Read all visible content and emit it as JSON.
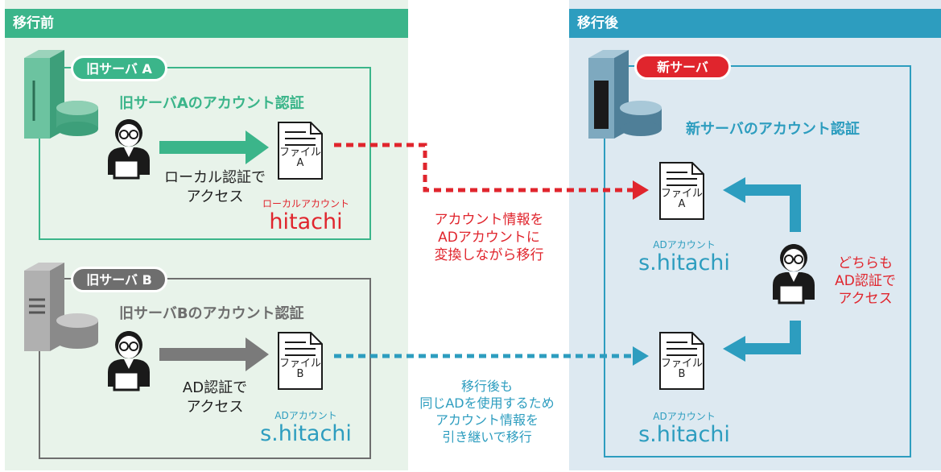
{
  "before": {
    "header": "移行前",
    "server_a": {
      "label": "旧サーバ A",
      "title": "旧サーバAのアカウント認証",
      "access_text_1": "ローカル認証で",
      "access_text_2": "アクセス",
      "file_label_1": "ファイル",
      "file_label_2": "A",
      "account_type": "ローカルアカウント",
      "account_name": "hitachi"
    },
    "server_b": {
      "label": "旧サーバ B",
      "title": "旧サーバBのアカウント認証",
      "access_text_1": "AD認証で",
      "access_text_2": "アクセス",
      "file_label_1": "ファイル",
      "file_label_2": "B",
      "account_type": "ADアカウント",
      "account_name": "s.hitachi"
    }
  },
  "after": {
    "header": "移行後",
    "new_server": {
      "label": "新サーバ",
      "title": "新サーバのアカウント認証",
      "file_a_label_1": "ファイル",
      "file_a_label_2": "A",
      "file_b_label_1": "ファイル",
      "file_b_label_2": "B",
      "account_a_type": "ADアカウント",
      "account_a_name": "s.hitachi",
      "account_b_type": "ADアカウント",
      "account_b_name": "s.hitachi",
      "access_text_1": "どちらも",
      "access_text_2": "AD認証で",
      "access_text_3": "アクセス"
    }
  },
  "middle": {
    "migration_a_1": "アカウント情報を",
    "migration_a_2": "ADアカウントに",
    "migration_a_3": "変換しながら移行",
    "migration_b_1": "移行後も",
    "migration_b_2": "同じADを使用するため",
    "migration_b_3": "アカウント情報を",
    "migration_b_4": "引き継いで移行"
  },
  "colors": {
    "green": "#3bb58a",
    "blue": "#2d9dbf",
    "red": "#e0252d",
    "gray": "#6e6e6e"
  }
}
